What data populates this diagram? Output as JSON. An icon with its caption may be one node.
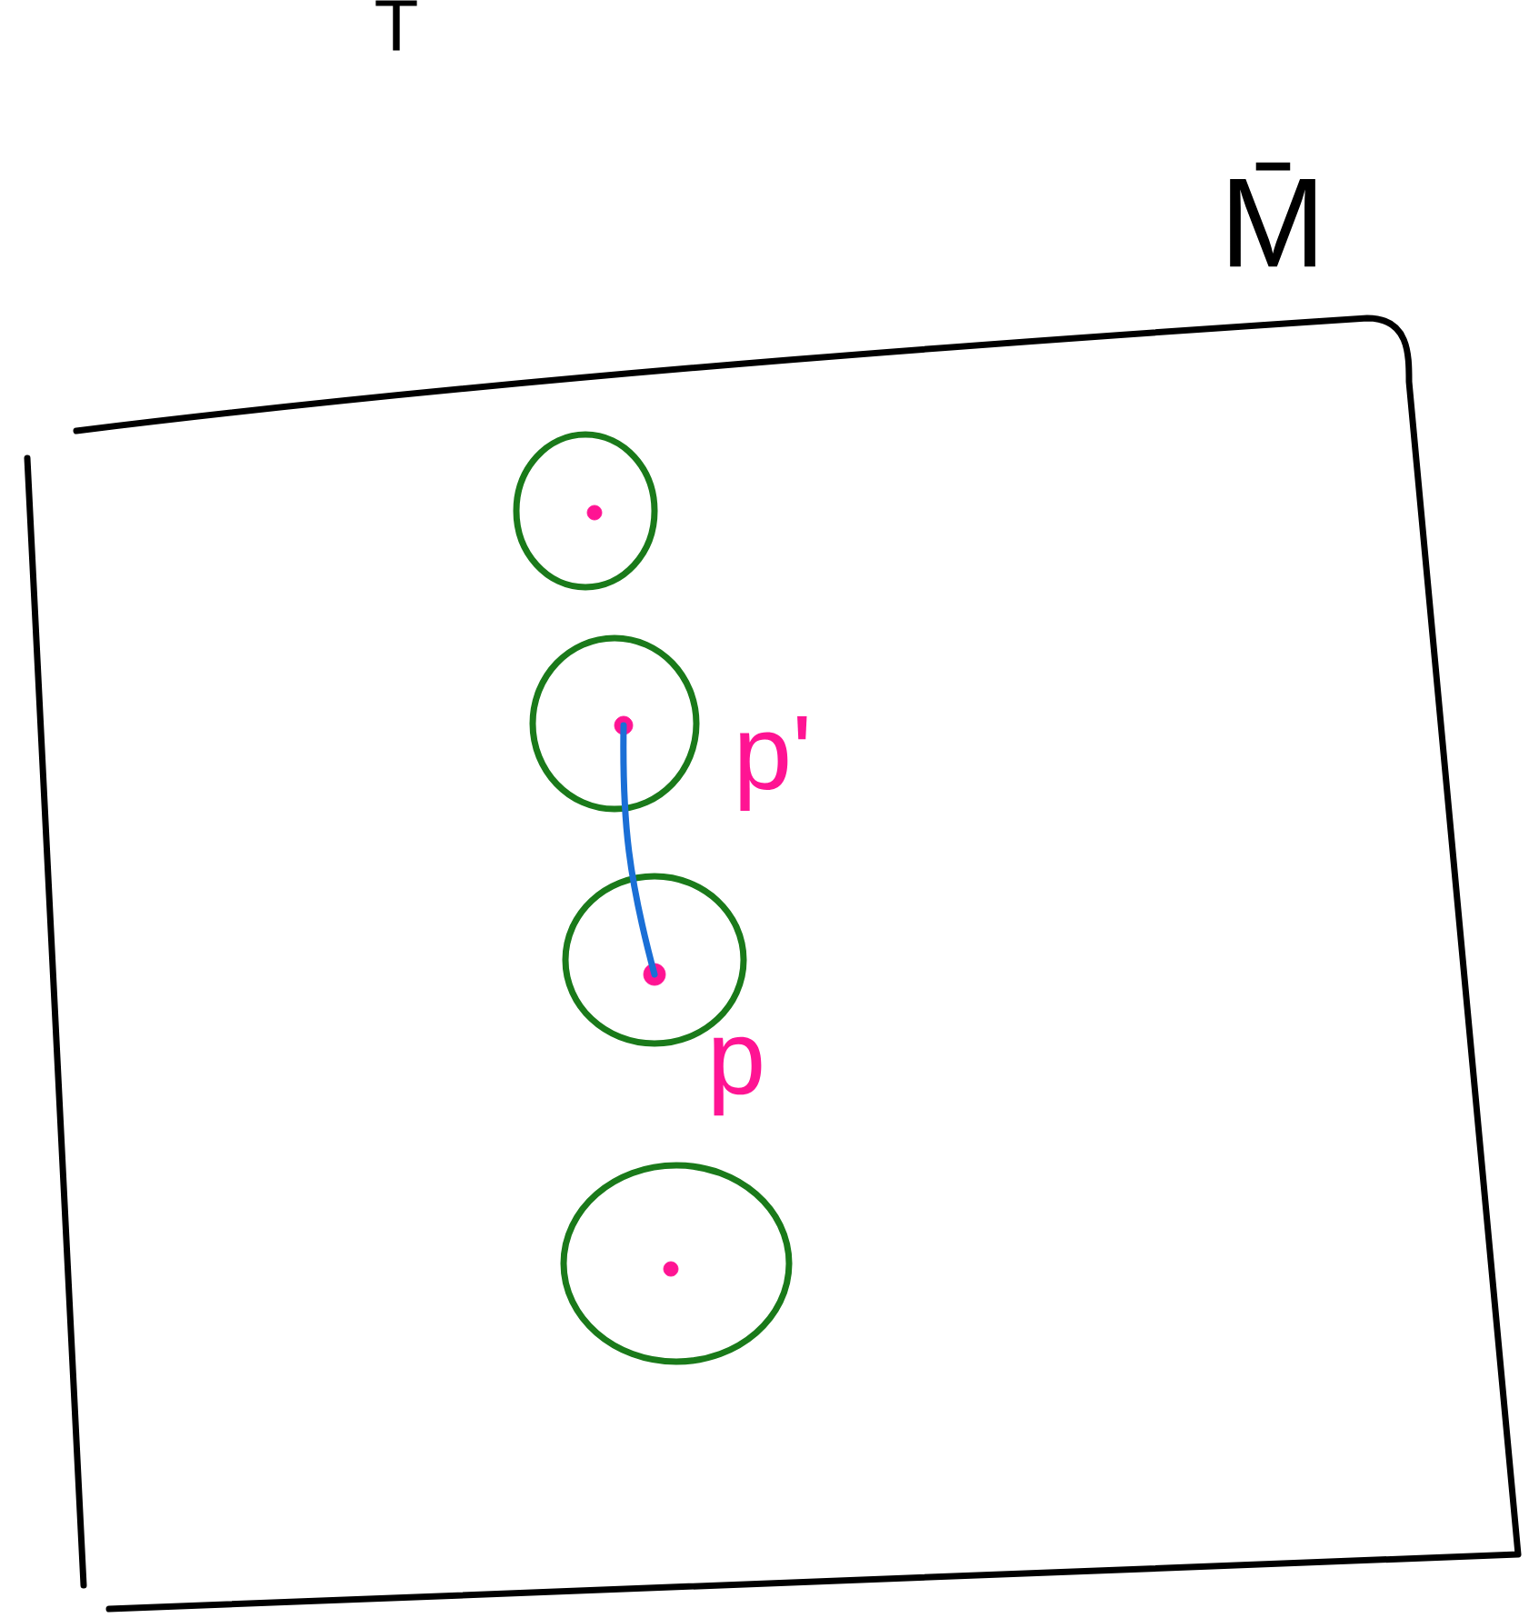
{
  "diagram": {
    "nodes": [
      {
        "text": [],
        "shape": "box"
      },
      {
        "text": [],
        "shape": "circle",
        "in": 0
      },
      {
        "text": [],
        "shape": "circle",
        "in": 0
      },
      {
        "text": [],
        "shape": "circle",
        "in": 0
      },
      {
        "text": [],
        "shape": "circle",
        "in": 0
      },
      {
        "text": [],
        "shape": "circle",
        "in": 1
      },
      {
        "text": [],
        "shape": "circle",
        "in": 2
      },
      {
        "text": [],
        "shape": "circle",
        "in": 3
      },
      {
        "text": [],
        "shape": "circle",
        "in": 4
      }
    ],
    "edges": [
      {
        "from": 6,
        "to": 7,
        "arrow": "none",
        "color": "#1a6fd6"
      }
    ],
    "labels": [
      "T",
      "M̄",
      "p'",
      "p"
    ]
  }
}
